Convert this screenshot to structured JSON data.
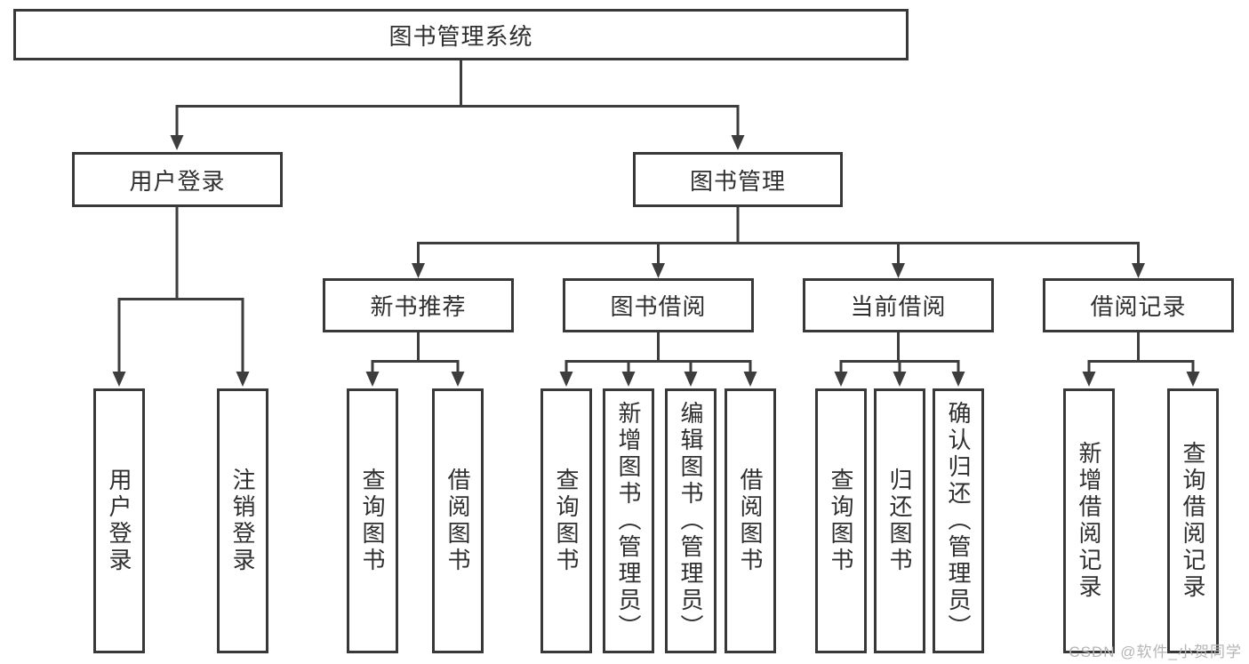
{
  "tree": {
    "root": "图书管理系统",
    "branches": [
      {
        "label": "用户登录",
        "children": [
          "用户登录",
          "注销登录"
        ]
      },
      {
        "label": "图书管理",
        "groups": [
          {
            "label": "新书推荐",
            "children": [
              "查询图书",
              "借阅图书"
            ]
          },
          {
            "label": "图书借阅",
            "children": [
              "查询图书",
              "新增图书（管理员）",
              "编辑图书（管理员）",
              "借阅图书"
            ]
          },
          {
            "label": "当前借阅",
            "children": [
              "查询图书",
              "归还图书",
              "确认归还（管理员）"
            ]
          },
          {
            "label": "借阅记录",
            "children": [
              "新增借阅记录",
              "查询借阅记录"
            ]
          }
        ]
      }
    ]
  },
  "watermark": {
    "text": "CSDN @软件_小贺同学"
  },
  "colors": {
    "background": "#ffffff",
    "line": "#3d3d3d",
    "box_border": "#383838",
    "text": "#2f2f2f",
    "watermark": "#b5b5b5"
  }
}
